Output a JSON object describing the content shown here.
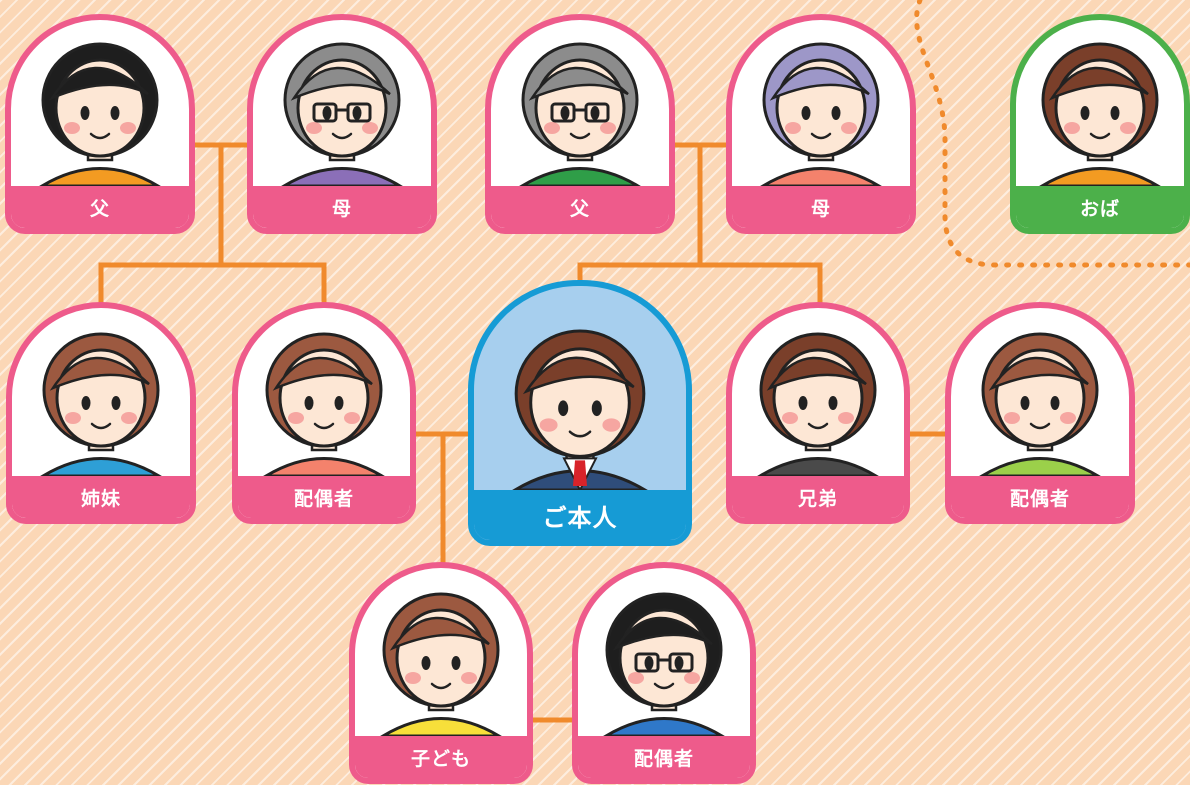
{
  "people": [
    {
      "id": "grandfather-a",
      "label": "父",
      "hair": "#1e1e1e",
      "shirt": "#f39b22",
      "skin": "#fde7d5",
      "glasses": false,
      "accent": "pink"
    },
    {
      "id": "grandmother-a",
      "label": "母",
      "hair": "#8c8c8c",
      "shirt": "#8b6fb8",
      "skin": "#fde7d5",
      "glasses": true,
      "accent": "pink"
    },
    {
      "id": "grandfather-b",
      "label": "父",
      "hair": "#8c8c8c",
      "shirt": "#2f9e48",
      "skin": "#fde7d5",
      "glasses": true,
      "accent": "pink"
    },
    {
      "id": "grandmother-b",
      "label": "母",
      "hair": "#9d97c8",
      "shirt": "#f4826c",
      "skin": "#fde7d5",
      "glasses": false,
      "accent": "pink"
    },
    {
      "id": "aunt",
      "label": "おば",
      "hair": "#7a3f2a",
      "shirt": "#f39b22",
      "skin": "#fde7d5",
      "glasses": false,
      "accent": "green"
    },
    {
      "id": "sister",
      "label": "姉妹",
      "hair": "#9c5940",
      "shirt": "#2e9fd6",
      "skin": "#fde7d5",
      "glasses": false,
      "accent": "pink"
    },
    {
      "id": "sister-spouse",
      "label": "配偶者",
      "hair": "#9c5940",
      "shirt": "#f4826c",
      "skin": "#fde7d5",
      "glasses": false,
      "accent": "pink"
    },
    {
      "id": "self",
      "label": "ご本人",
      "hair": "#7a3f2a",
      "shirt": "#2f4d7a",
      "skin": "#fde7d5",
      "glasses": false,
      "accent": "blue"
    },
    {
      "id": "brother",
      "label": "兄弟",
      "hair": "#7a3f2a",
      "shirt": "#4a4a4a",
      "skin": "#fde7d5",
      "glasses": false,
      "accent": "pink"
    },
    {
      "id": "brother-spouse",
      "label": "配偶者",
      "hair": "#9c5940",
      "shirt": "#9bd04a",
      "skin": "#fde7d5",
      "glasses": false,
      "accent": "pink"
    },
    {
      "id": "child",
      "label": "子ども",
      "hair": "#9c5940",
      "shirt": "#f7df3a",
      "skin": "#fde7d5",
      "glasses": false,
      "accent": "pink"
    },
    {
      "id": "child-spouse",
      "label": "配偶者",
      "hair": "#1e1e1e",
      "shirt": "#2f78c9",
      "skin": "#fde7d5",
      "glasses": true,
      "accent": "pink"
    }
  ],
  "colors": {
    "background": "#fbd7b6",
    "card_pink": "#ee5b8b",
    "card_green": "#4cb04a",
    "card_blue": "#169bd5",
    "connector": "#f08a2c",
    "dotted_border": "#f08a2c"
  }
}
